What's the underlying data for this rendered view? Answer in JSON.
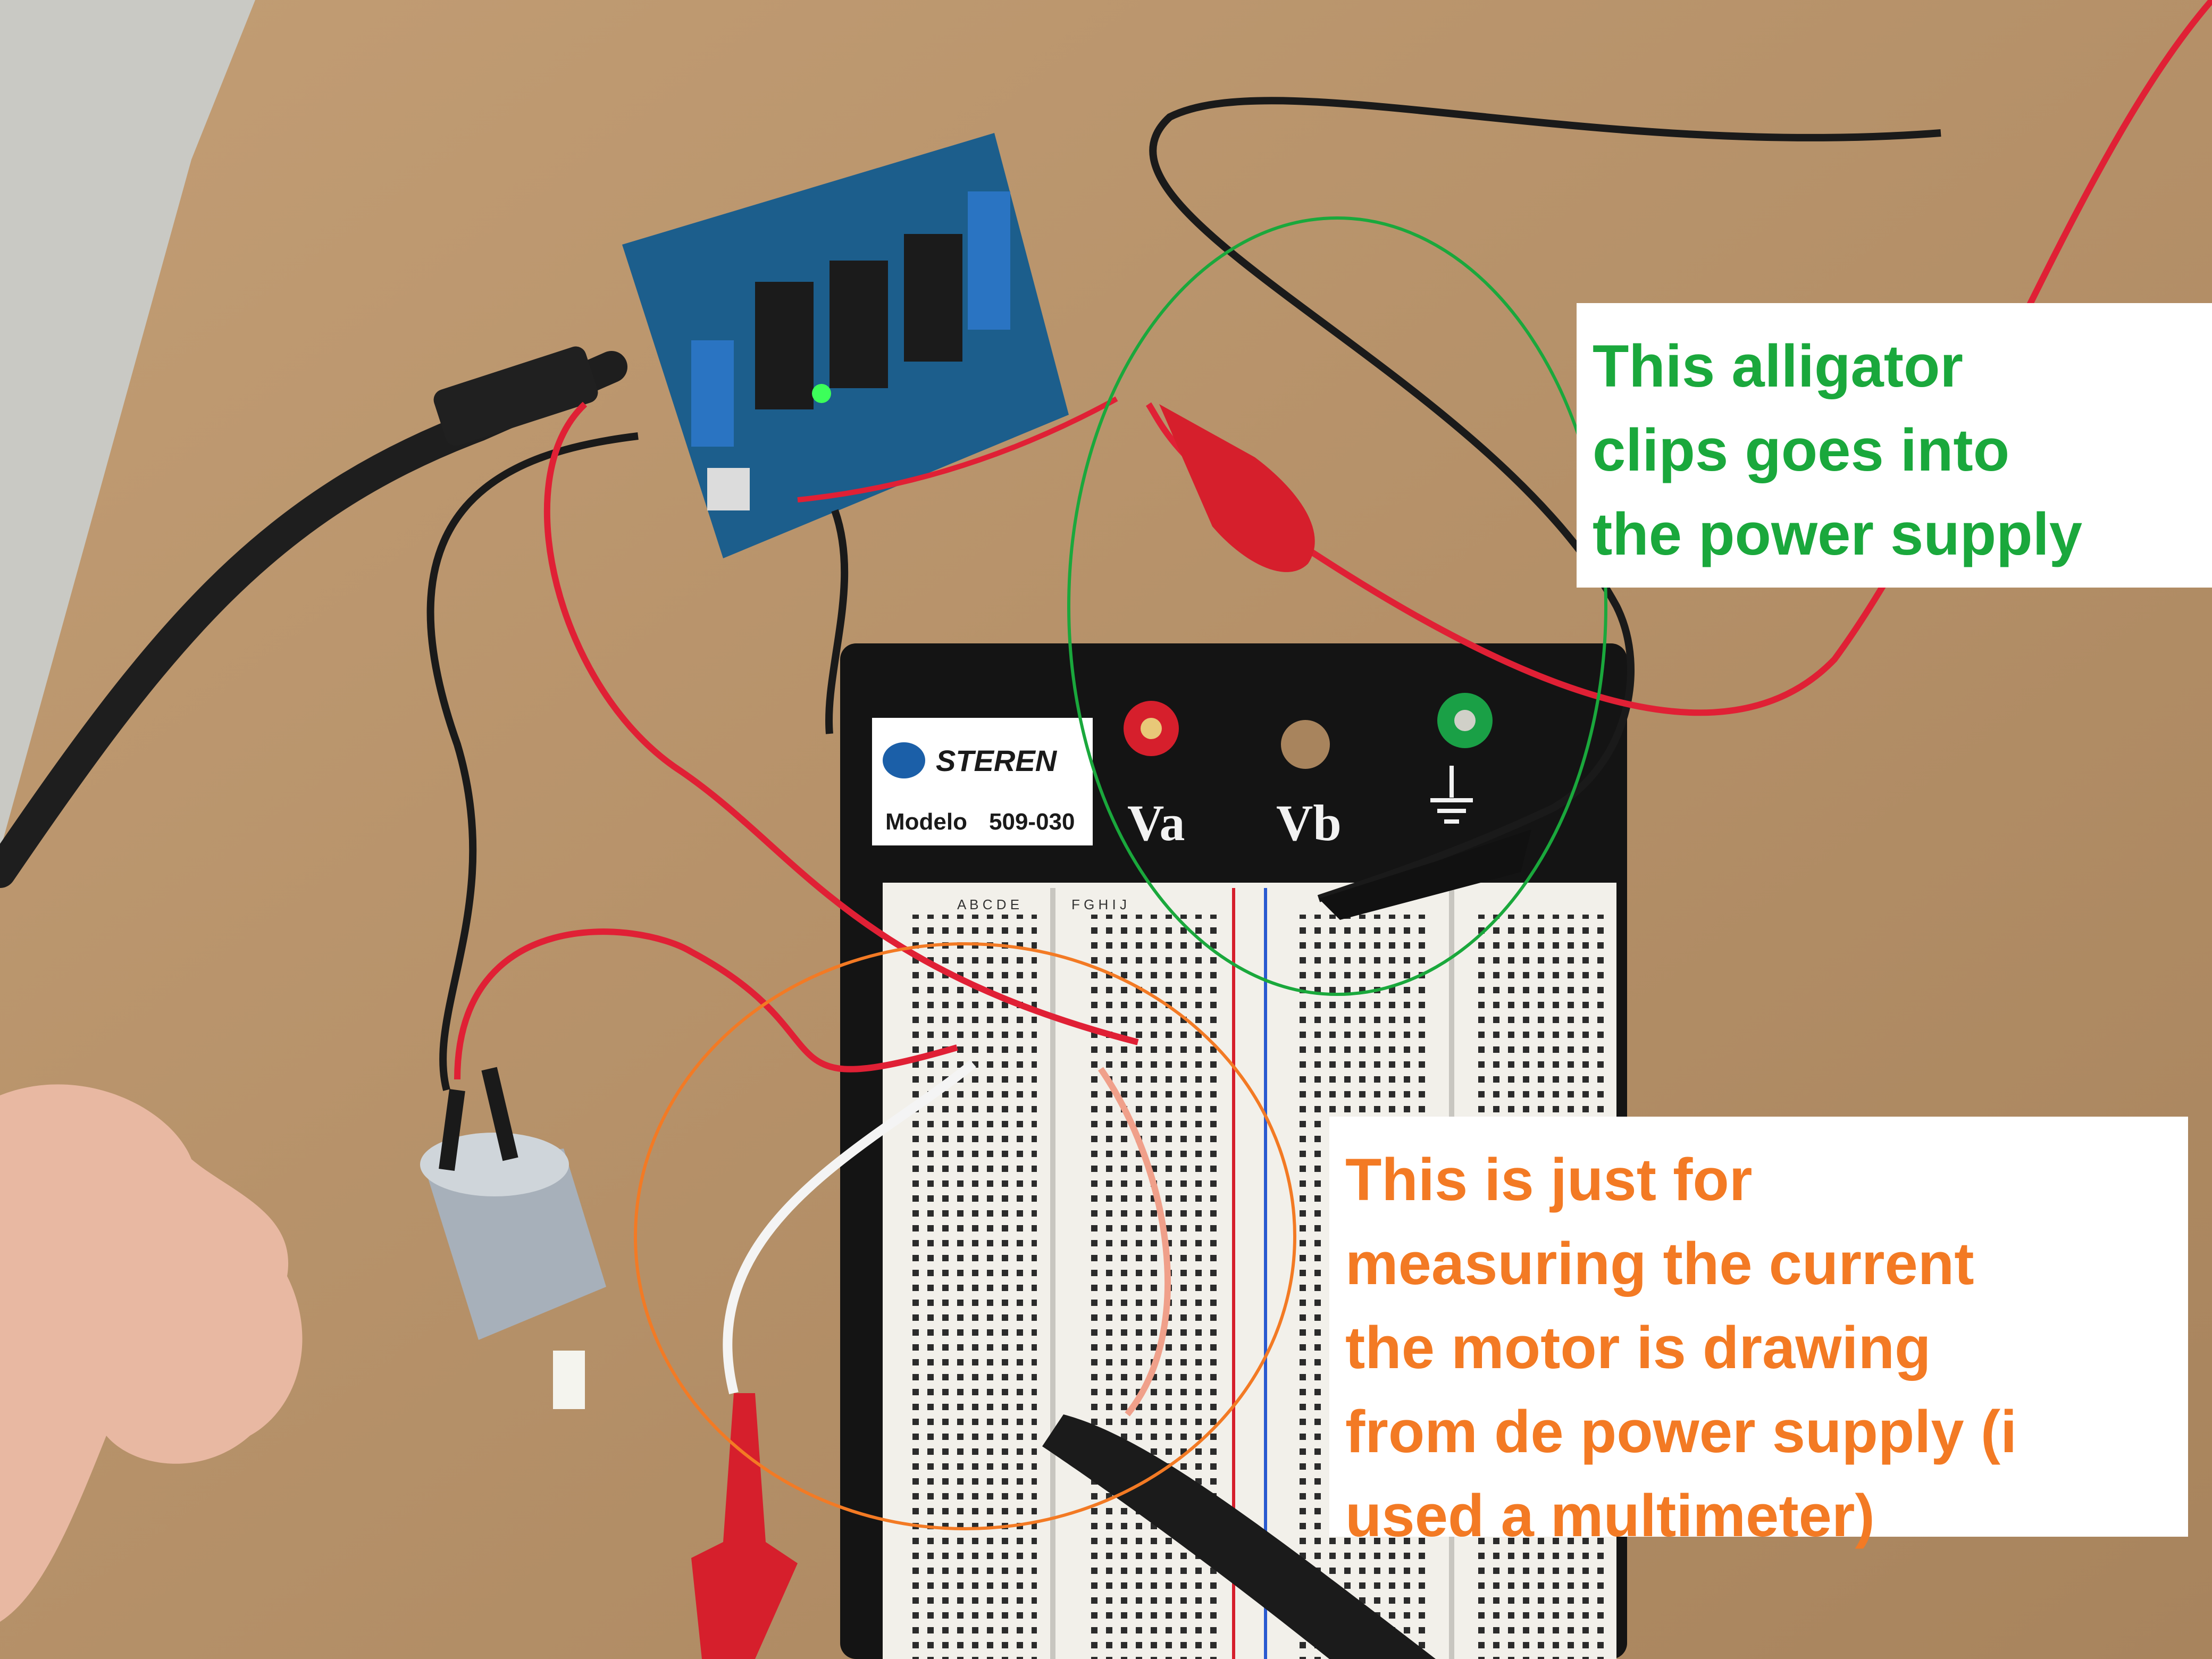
{
  "photo": {
    "breadboard_brand": "STEREN",
    "breadboard_model_label": "Modelo",
    "breadboard_model_number": "509-030",
    "terminal_a_label": "Va",
    "terminal_b_label": "Vb",
    "breadboard_column_letters_left": "A B C D E",
    "breadboard_column_letters_right": "F G H I J"
  },
  "annotations": {
    "green": {
      "lines": [
        "This alligator",
        "clips goes into",
        "the power supply"
      ]
    },
    "orange": {
      "lines": [
        "This is just for",
        "measuring the current",
        "the motor is drawing",
        "from de power supply (i",
        "used a multimeter)"
      ]
    }
  },
  "colors": {
    "green_annotation": "#1aa83c",
    "orange_annotation": "#f37a24",
    "wood_surface": "#b8926a",
    "breadboard_base": "#141414",
    "breadboard_top": "#f2f0ea",
    "shield_pcb": "#1c5e8c",
    "wire_red": "#e02035",
    "wire_black": "#1a1a1a"
  }
}
